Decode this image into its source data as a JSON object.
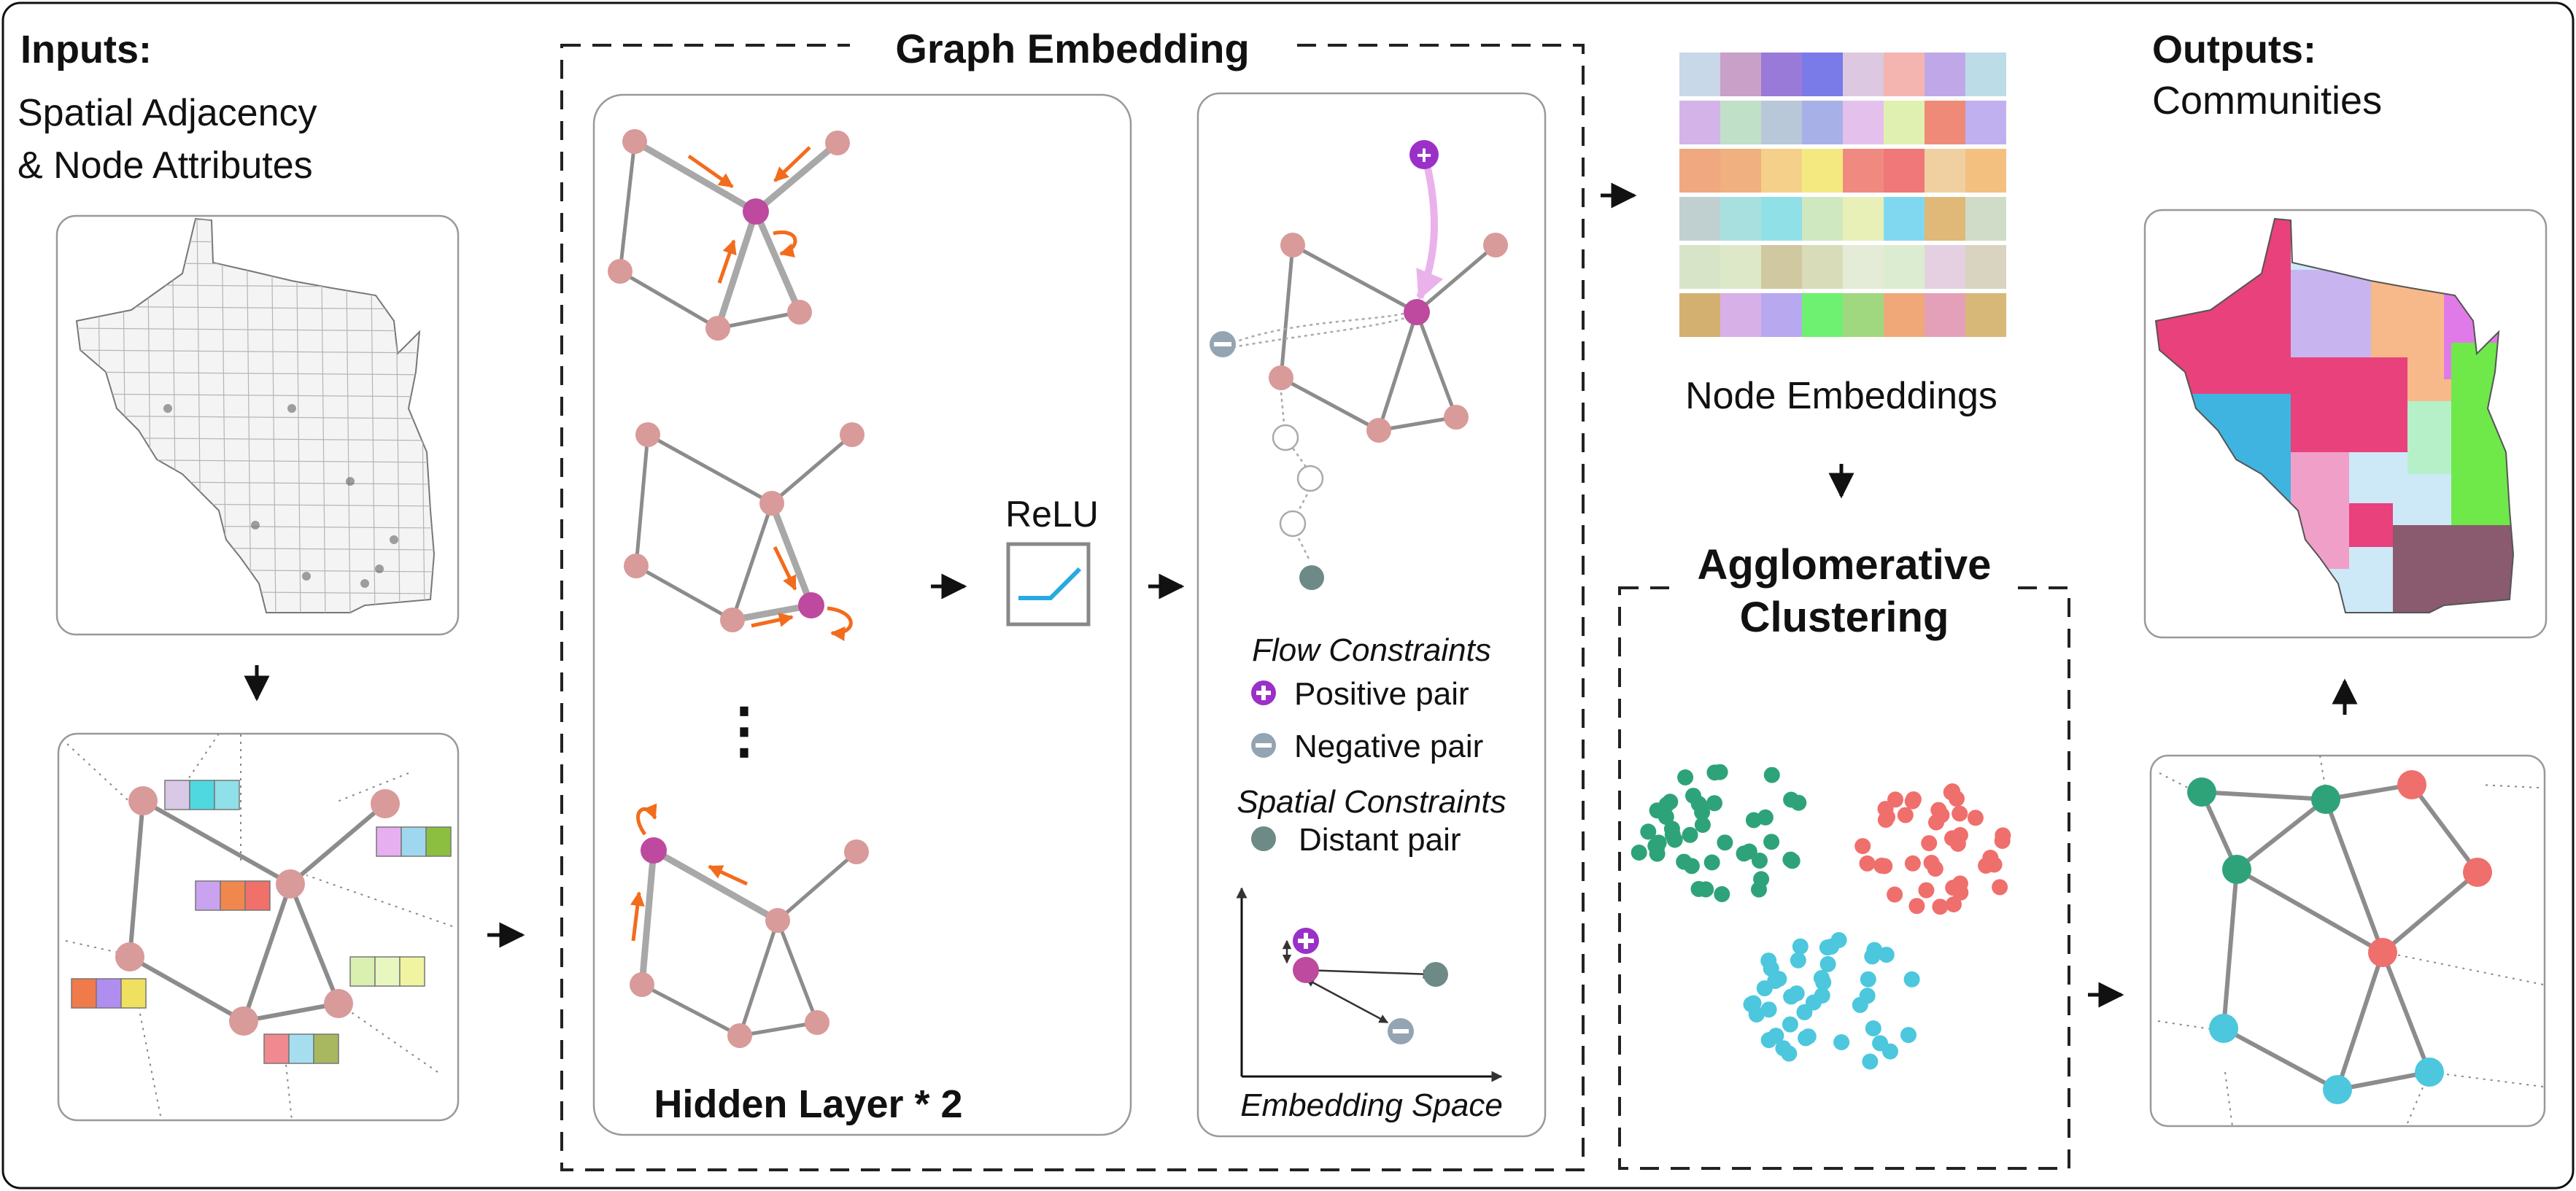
{
  "inputs": {
    "title": "Inputs:",
    "subtitle_line1": "Spatial Adjacency",
    "subtitle_line2": "& Node Attributes"
  },
  "graph_embedding": {
    "title": "Graph Embedding",
    "hidden_layer_label": "Hidden Layer * 2",
    "relu_label": "ReLU",
    "ellipsis": "⋮",
    "legend": {
      "flow_title": "Flow Constraints",
      "positive_pair": "Positive pair",
      "negative_pair": "Negative pair",
      "spatial_title": "Spatial Constraints",
      "distant_pair": "Distant pair",
      "embedding_space": "Embedding Space",
      "plus_symbol": "+",
      "minus_symbol": "−"
    }
  },
  "node_embeddings": {
    "label": "Node Embeddings"
  },
  "clustering": {
    "title_line1": "Agglomerative",
    "title_line2": "Clustering"
  },
  "outputs": {
    "title": "Outputs:",
    "subtitle": "Communities"
  },
  "colors": {
    "node": "#d99a9a",
    "center_node": "#bd4a9e",
    "edge": "#8c8c8c",
    "arrow": "#f26c1d",
    "positive": "#9b30c8",
    "negative": "#93a4b3",
    "distant": "#6e8a87",
    "relu_line": "#29a9e0",
    "cluster_green": "#2ea37a",
    "cluster_red": "#ef6f6c",
    "cluster_cyan": "#4cc7dd"
  },
  "icons": [
    "arrow-right-icon",
    "arrow-down-icon",
    "arrow-up-icon",
    "relu-icon",
    "positive-pair-icon",
    "negative-pair-icon",
    "distant-pair-icon"
  ]
}
